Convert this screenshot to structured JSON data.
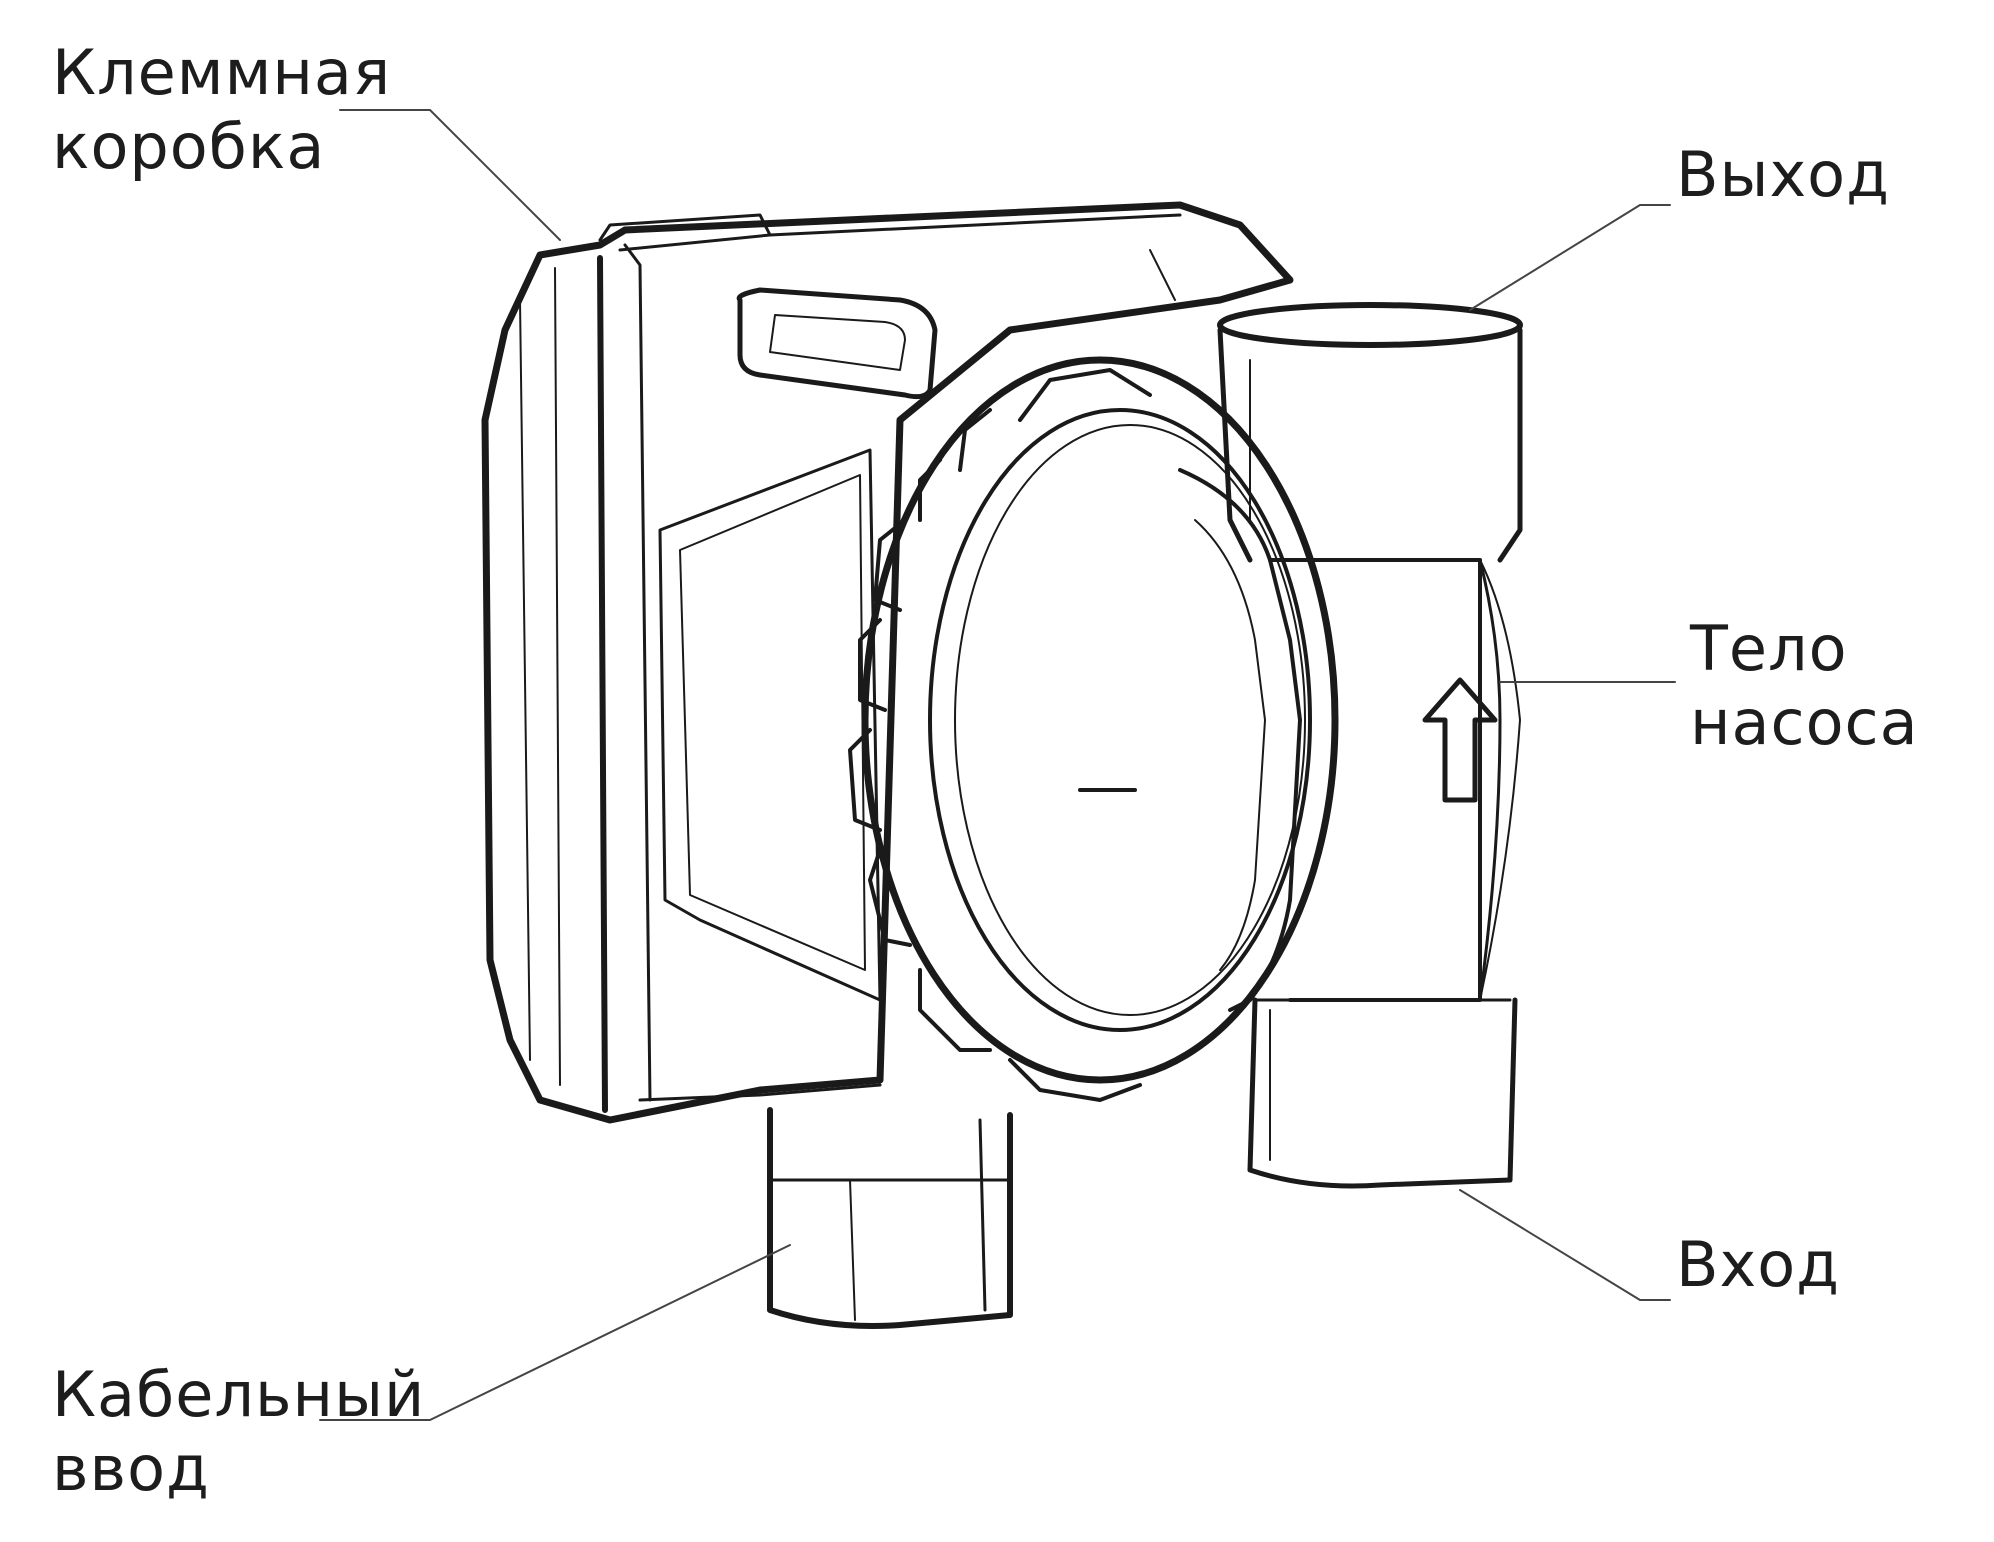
{
  "callouts": {
    "terminal_box": {
      "line1": "Клеммная",
      "line2": "коробка"
    },
    "outlet": {
      "label": "Выход"
    },
    "pump_body": {
      "line1": "Тело",
      "line2": "насоса"
    },
    "inlet": {
      "label": "Вход"
    },
    "cable_entry": {
      "line1": "Кабельный",
      "line2": "ввод"
    }
  },
  "style": {
    "line_color": "#1a1a1a",
    "text_color": "#1d1d1d",
    "background": "#ffffff"
  }
}
